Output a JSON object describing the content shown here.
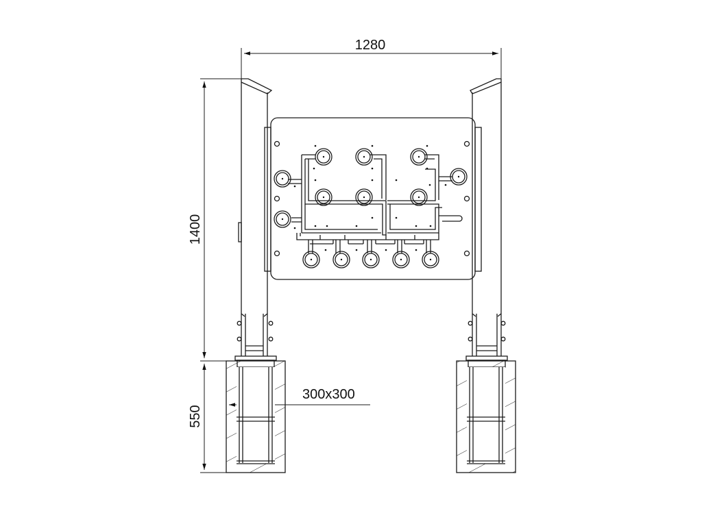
{
  "dimensions": {
    "width": "1280",
    "height_above_ground": "1400",
    "foundation_depth": "550",
    "foundation_section": "300x300"
  }
}
